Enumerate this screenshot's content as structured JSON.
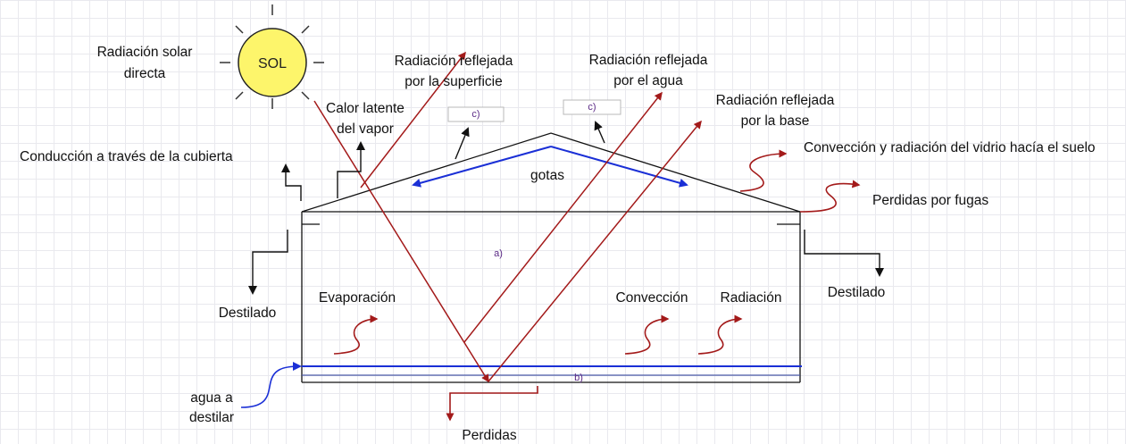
{
  "labels": {
    "solar": [
      "Radiación solar",
      "directa"
    ],
    "sol": "SOL",
    "reflejada_superficie": [
      "Radiación reflejada",
      "por la superficie"
    ],
    "reflejada_agua": [
      "Radiación reflejada",
      "por el agua"
    ],
    "reflejada_base": [
      "Radiación reflejada",
      "por la base"
    ],
    "calor_latente": [
      "Calor latente",
      "del vapor"
    ],
    "conduccion": "Conducción a través de la cubierta",
    "conveccion_vidrio": "Convección y radiación del vidrio hacía el suelo",
    "perdidas_fugas": "Perdidas por fugas",
    "gotas": "gotas",
    "destilado_left": "Destilado",
    "destilado_right": "Destilado",
    "evaporacion": "Evaporación",
    "conveccion": "Convección",
    "radiacion": "Radiación",
    "agua": [
      "agua a",
      "destilar"
    ],
    "perdidas": "Perdidas",
    "a": "a)",
    "b": "b)",
    "c1": "c)",
    "c2": "c)"
  },
  "colors": {
    "radiation": "#a31a1a",
    "water": "#1a2fd6",
    "structure": "#111111",
    "sun_fill": "#fdf56b",
    "sun_stroke": "#222222",
    "label_small": "#5b2a86",
    "grid": "#e9e9ee"
  }
}
